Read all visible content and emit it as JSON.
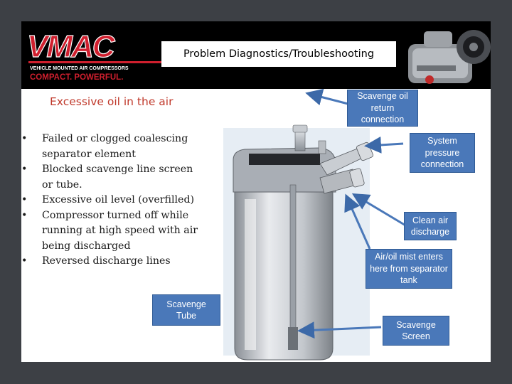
{
  "header": {
    "logo_text": "VMAC",
    "logo_tagline": "VEHICLE MOUNTED AIR COMPRESSORS",
    "logo_slogan": "COMPACT. POWERFUL.",
    "title": "Problem Diagnostics/Troubleshooting"
  },
  "content": {
    "subtitle": "Excessive oil in the air",
    "bullets": [
      "Failed or clogged coalescing separator element",
      "Blocked scavenge line screen or tube.",
      "Excessive oil level (overfilled)",
      "Compressor turned off while running at high speed with air being discharged",
      "Reversed discharge lines"
    ]
  },
  "callouts": {
    "scavenge_oil_return": "Scavenge oil return connection",
    "system_pressure": "System pressure connection",
    "clean_air": "Clean air discharge",
    "air_oil_mist": "Air/oil mist enters here from separator tank",
    "scavenge_screen": "Scavenge Screen",
    "scavenge_tube": "Scavenge Tube"
  },
  "colors": {
    "callout_fill": "#4a78b9",
    "subtitle": "#c0392b",
    "logo_red": "#d01f2e"
  }
}
